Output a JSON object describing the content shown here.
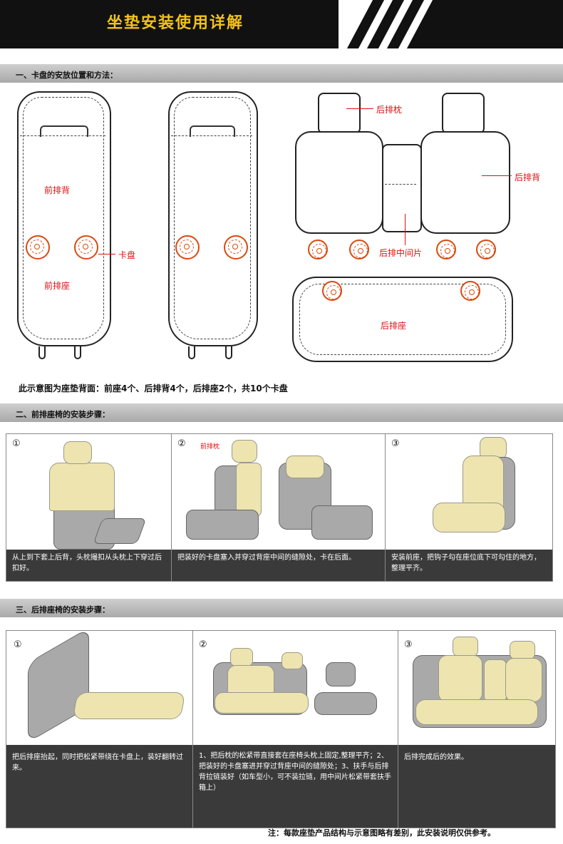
{
  "header": {
    "title": "坐垫安装使用详解"
  },
  "section1": {
    "heading": "一、卡盘的安放位置和方法：",
    "labels": {
      "front_back": "前排背",
      "front_seat": "前排座",
      "clip": "卡盘",
      "rear_headrest": "后排枕",
      "rear_back": "后排背",
      "rear_middle": "后排中间片",
      "rear_seat": "后排座"
    },
    "summary": "此示意图为座垫背面：前座4个、后排背4个，后排座2个，共10个卡盘"
  },
  "section2": {
    "heading": "二、前排座椅的安装步骤：",
    "steps": [
      {
        "num": "①",
        "caption": "从上到下套上后背，头枕撮扣从头枕上下穿过后扣好。"
      },
      {
        "num": "②",
        "tag": "前排枕",
        "caption": "把装好的卡盘塞入并穿过背座中间的缝隙处，卡在后面。"
      },
      {
        "num": "③",
        "caption": "安装前座，把钩子勾在座位底下可勾住的地方，整理平齐。"
      }
    ]
  },
  "section3": {
    "heading": "三、后排座椅的安装步骤：",
    "steps": [
      {
        "num": "①",
        "caption": "把后排座抬起，同时把松紧带绕在卡盘上，装好翻转过来。"
      },
      {
        "num": "②",
        "caption": "1、把后枕的松紧带直接套在座椅头枕上固定,整理平齐；2、把装好的卡盘塞进并穿过背座中间的缝隙处；3、扶手与后排背拉链装好（如车型小，可不装拉链，用中间片松紧带套扶手箱上）"
      },
      {
        "num": "③",
        "caption": "后排完成后的效果。"
      }
    ]
  },
  "footer": {
    "note": "注：每款座垫产品结构与示意图略有差别，此安装说明仅供参考。"
  }
}
